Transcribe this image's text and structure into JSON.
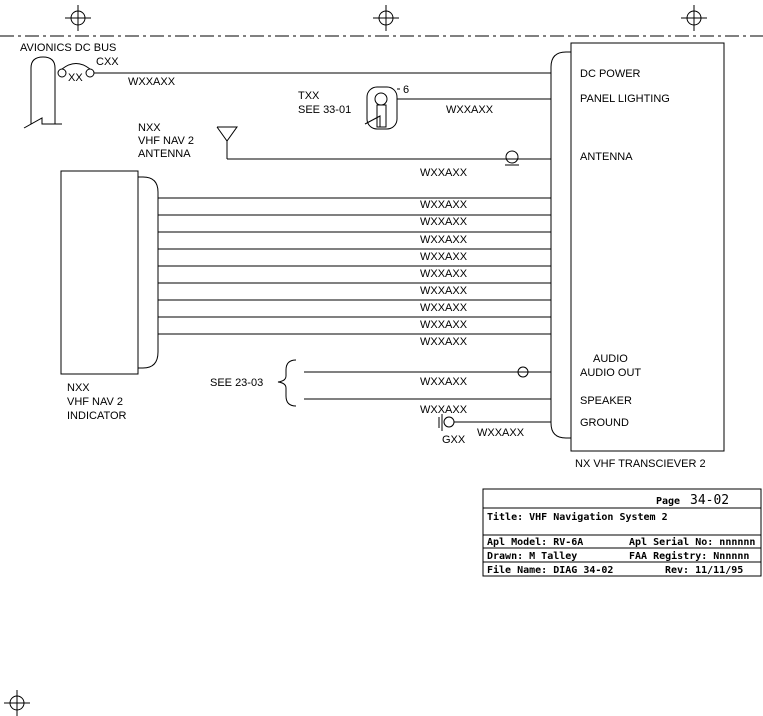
{
  "labels": {
    "avionics_bus": "AVIONICS DC BUS",
    "cxx": "CXX",
    "xx": "XX",
    "wire_power": "WXXAXX",
    "txx": "TXX",
    "see_33": "SEE 33-01",
    "pin6": "6",
    "wire_lighting": "WXXAXX",
    "nxx_antenna": "NXX",
    "vhf_nav2_antenna_1": "VHF NAV 2",
    "vhf_nav2_antenna_2": "ANTENNA",
    "wire_antenna": "WXXAXX",
    "nxx_indicator": "NXX",
    "vhf_nav2_indicator_1": "VHF NAV 2",
    "vhf_nav2_indicator_2": "INDICATOR",
    "see_23": "SEE 23-03",
    "wire_audio": "WXXAXX",
    "wire_speaker": "WXXAXX",
    "wire_ground": "WXXAXX",
    "gxx": "GXX"
  },
  "bus_wires": [
    "WXXAXX",
    "WXXAXX",
    "WXXAXX",
    "WXXAXX",
    "WXXAXX",
    "WXXAXX",
    "WXXAXX",
    "WXXAXX",
    "WXXAXX"
  ],
  "transceiver": {
    "pins": [
      "DC POWER",
      "PANEL LIGHTING",
      "ANTENNA",
      "AUDIO",
      "AUDIO OUT",
      "SPEAKER",
      "GROUND"
    ],
    "name": "NX VHF TRANSCIEVER 2"
  },
  "title_block": {
    "page_label": "Page",
    "page_num": "34-02",
    "title": "Title: VHF Navigation System 2",
    "apl_model": "Apl Model: RV-6A",
    "apl_serial": "Apl Serial No: nnnnnn",
    "drawn": "Drawn: M Talley",
    "faa": "FAA Registry: Nnnnnn",
    "file_name": "File Name: DIAG 34-02",
    "rev": "Rev: 11/11/95"
  }
}
